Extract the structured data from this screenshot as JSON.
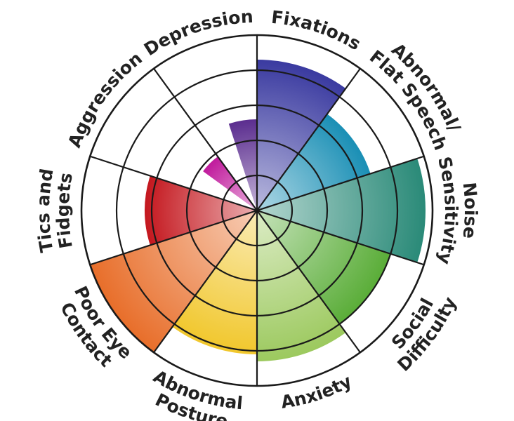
{
  "chart_data": {
    "type": "polar-area",
    "title": "",
    "rlim": [
      0,
      5
    ],
    "ring_count": 5,
    "categories": [
      {
        "label": "Fixations",
        "lines": [
          "Fixations"
        ],
        "value": 4.3,
        "color": "#3a3aa0"
      },
      {
        "label": "Abnormal/ Flat Speech",
        "lines": [
          "Abnormal/",
          "Flat Speech"
        ],
        "value": 3.4,
        "color": "#1a8fb5"
      },
      {
        "label": "Noise Sensitivity",
        "lines": [
          "Noise",
          "Sensitivity"
        ],
        "value": 4.8,
        "color": "#2a8a78"
      },
      {
        "label": "Social Difficulty",
        "lines": [
          "Social",
          "Difficulty"
        ],
        "value": 4.0,
        "color": "#5aad38"
      },
      {
        "label": "Anxiety",
        "lines": [
          "Anxiety"
        ],
        "value": 4.3,
        "color": "#9cc95e"
      },
      {
        "label": "Abnormal Posture",
        "lines": [
          "Abnormal",
          "Posture"
        ],
        "value": 4.1,
        "color": "#f1c72c"
      },
      {
        "label": "Poor Eye Contact",
        "lines": [
          "Poor Eye",
          "Contact"
        ],
        "value": 5.0,
        "color": "#e86e2a"
      },
      {
        "label": "Tics and Fidgets",
        "lines": [
          "Tics and",
          "Fidgets"
        ],
        "value": 3.2,
        "color": "#c4171e"
      },
      {
        "label": "Aggression",
        "lines": [
          "Aggression"
        ],
        "value": 0,
        "color": "#ffffff"
      },
      {
        "label": "Depression",
        "lines": [
          "Depression"
        ],
        "value": 0,
        "color": "#ffffff"
      },
      {
        "label": "Depression (inner)",
        "lines": [],
        "value": 2.6,
        "color": "#5b2d8f"
      },
      {
        "label": "Aggression (inner)",
        "lines": [],
        "value": 1.9,
        "color": "#c01a9c"
      }
    ]
  }
}
